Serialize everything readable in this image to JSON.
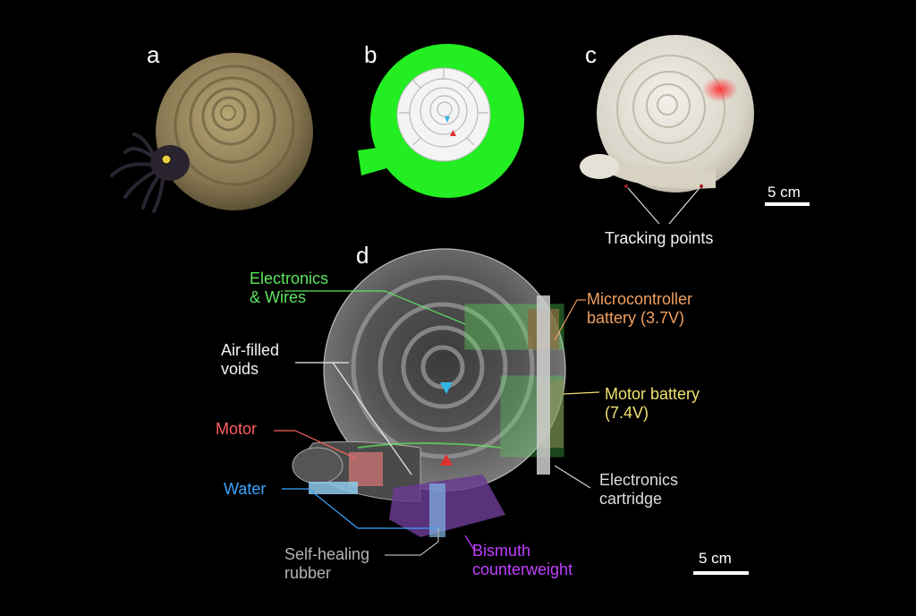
{
  "panels": {
    "a": "a",
    "b": "b",
    "c": "c",
    "d": "d"
  },
  "panel_c": {
    "scale_bar": "5 cm",
    "tracking_label": "Tracking points"
  },
  "panel_d": {
    "electronics_wires": "Electronics\n& Wires",
    "air_voids": "Air-filled\nvoids",
    "motor": "Motor",
    "water": "Water",
    "self_healing": "Self-healing\nrubber",
    "bismuth": "Bismuth\ncounterweight",
    "micro_battery": "Microcontroller\nbattery (3.7V)",
    "motor_battery": "Motor battery\n(7.4V)",
    "cartridge": "Electronics\ncartridge",
    "scale_bar": "5 cm"
  },
  "colors": {
    "background": "#000000",
    "shell_brown": "#8a7a54",
    "body_green": "#22ee22",
    "electronics_green": "#5ee65e",
    "microcontroller_orange": "#f0a060",
    "motor_battery_yellow": "#f0e070",
    "motor_red": "#ff6060",
    "water_blue": "#3aa6ff",
    "rubber_gray": "#b4b4b4",
    "bismuth_purple": "#c040ff",
    "marker_blue": "#33b5e5",
    "marker_red": "#e03030"
  }
}
